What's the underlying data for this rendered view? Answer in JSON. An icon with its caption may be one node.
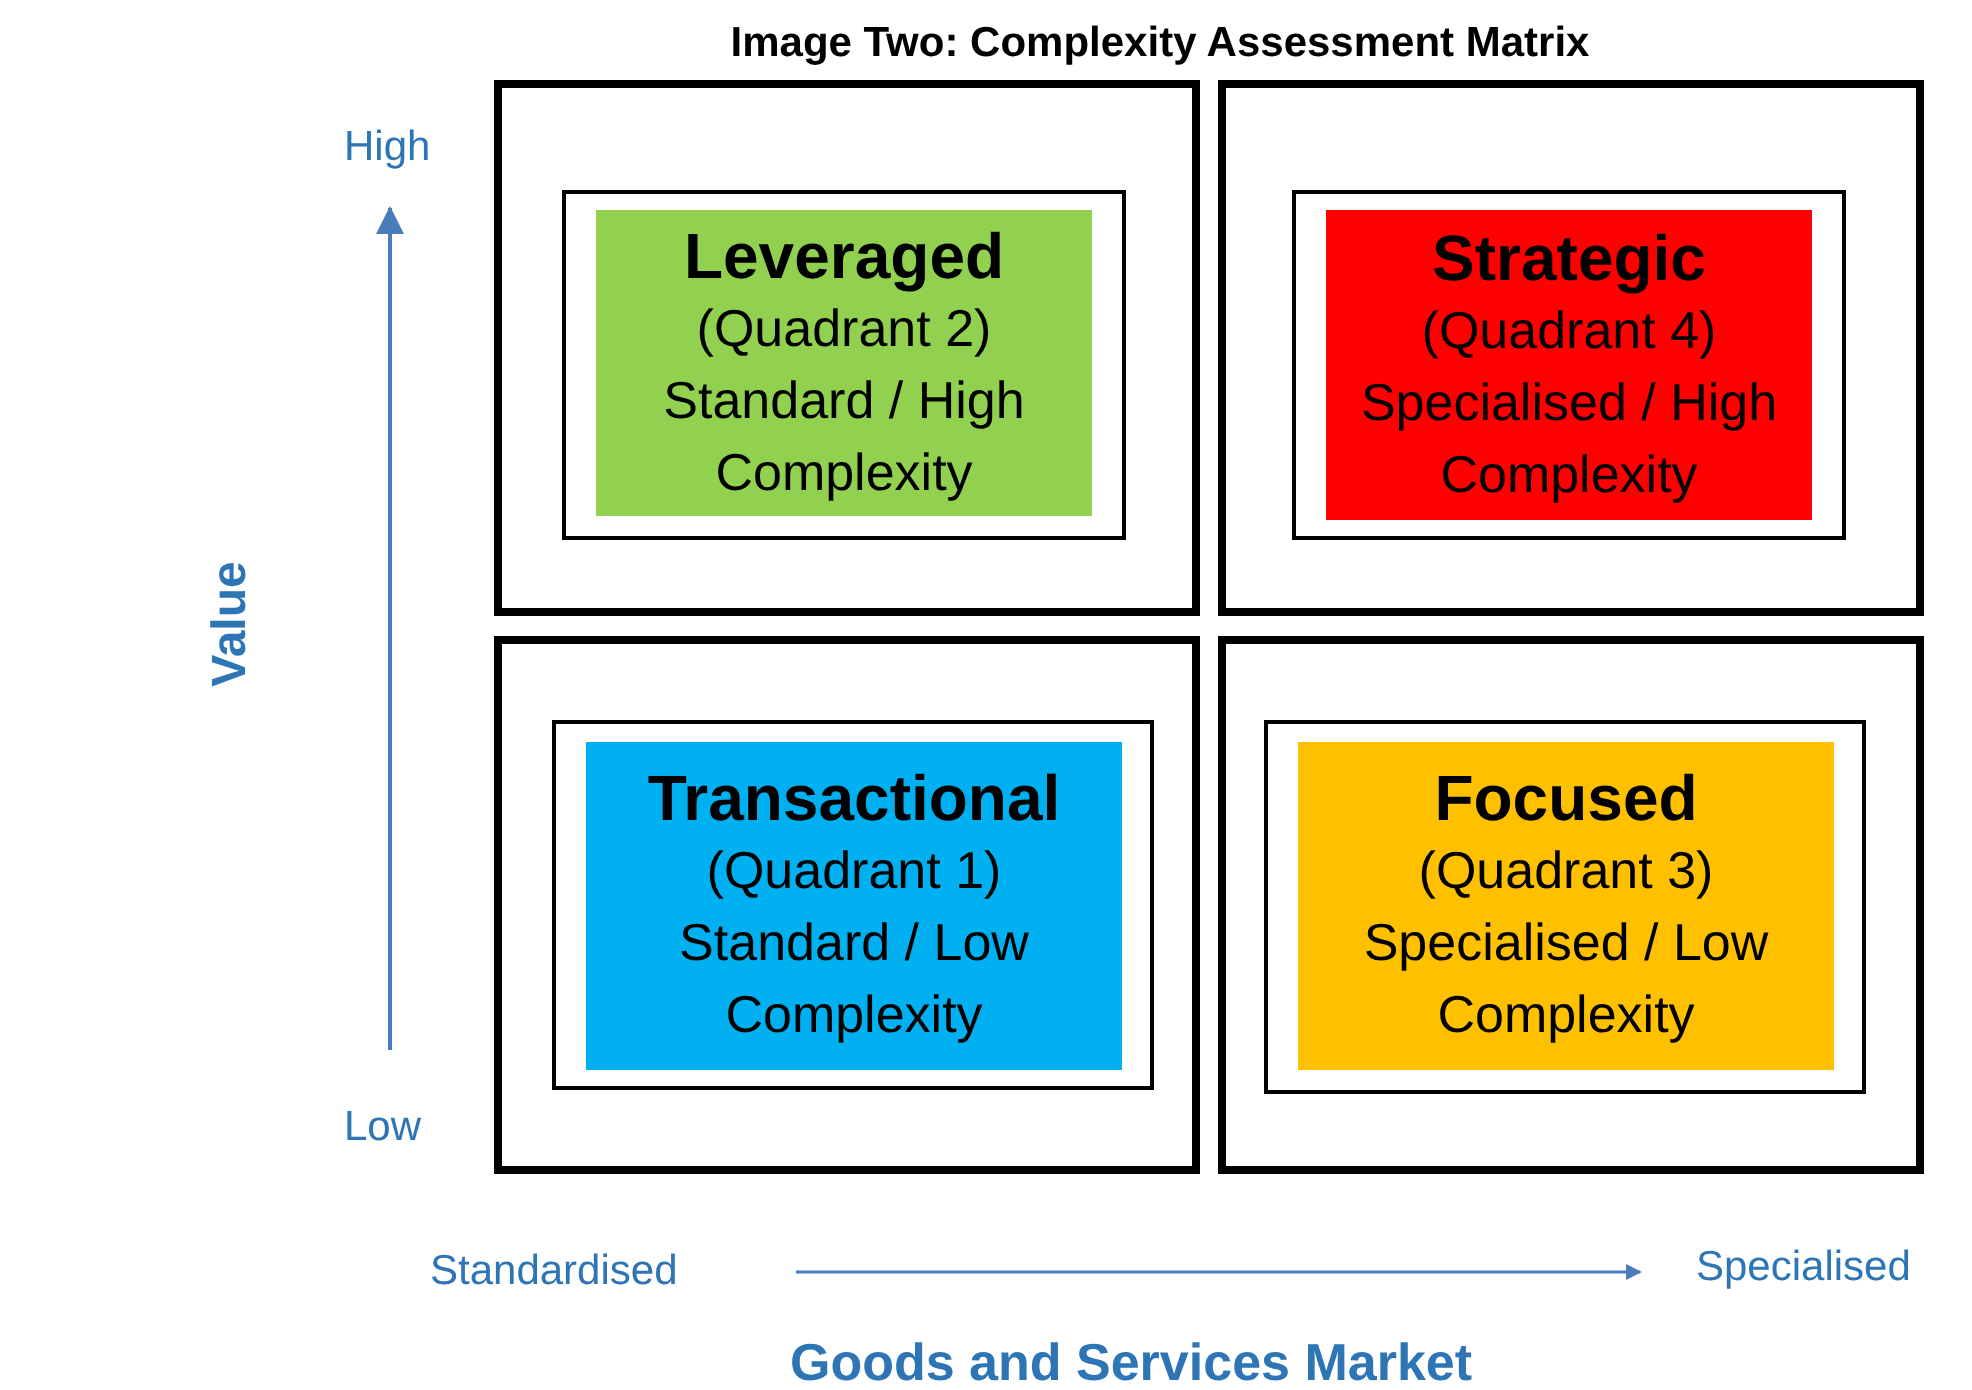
{
  "diagram": {
    "title": "Image Two: Complexity Assessment Matrix",
    "nodes": [
      {
        "text": [],
        "shape": "box"
      },
      {
        "text": [],
        "shape": "box",
        "in": 0
      },
      {
        "text": [
          "Leveraged",
          "(Quadrant 2)",
          "Standard / High Complexity"
        ],
        "in": 1
      },
      {
        "text": [],
        "shape": "box"
      },
      {
        "text": [],
        "shape": "box",
        "in": 3
      },
      {
        "text": [
          "Strategic",
          "(Quadrant 4)",
          "Specialised / High Complexity"
        ],
        "in": 4
      },
      {
        "text": [],
        "shape": "box"
      },
      {
        "text": [],
        "shape": "box",
        "in": 6
      },
      {
        "text": [
          "Transactional",
          "(Quadrant 1)",
          "Standard / Low Complexity"
        ],
        "in": 7
      },
      {
        "text": [],
        "shape": "box"
      },
      {
        "text": [],
        "shape": "box",
        "in": 9
      },
      {
        "text": [
          "Focused",
          "(Quadrant 3)",
          "Specialised / Low Complexity"
        ],
        "in": 10
      }
    ],
    "labels": [
      "High",
      "Value",
      "Low",
      "Standardised",
      "Specialised",
      "Goods and Services Market"
    ]
  }
}
